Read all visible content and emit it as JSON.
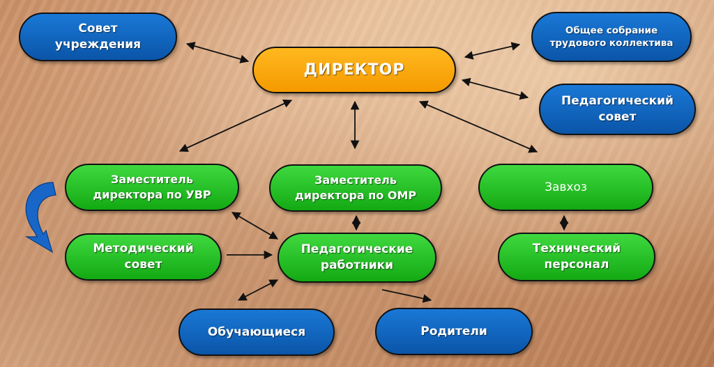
{
  "nodes": {
    "director": "ДИРЕКТОР",
    "council": "Совет\nучреждения",
    "general_meeting": "Общее собрание\nтрудового коллектива",
    "ped_council": "Педагогический\nсовет",
    "deputy_uvr": "Заместитель\nдиректора по УВР",
    "deputy_omr": "Заместитель\nдиректора по ОМР",
    "supply_manager": "Завхоз",
    "method_council": "Методический\nсовет",
    "ped_workers": "Педагогические\nработники",
    "tech_staff": "Технический\nперсонал",
    "students": "Обучающиеся",
    "parents": "Родители"
  },
  "colors": {
    "blue": "#0a5fb8",
    "green": "#22c022",
    "orange": "#ffa80a",
    "curved_arrow": "#1766c8"
  }
}
